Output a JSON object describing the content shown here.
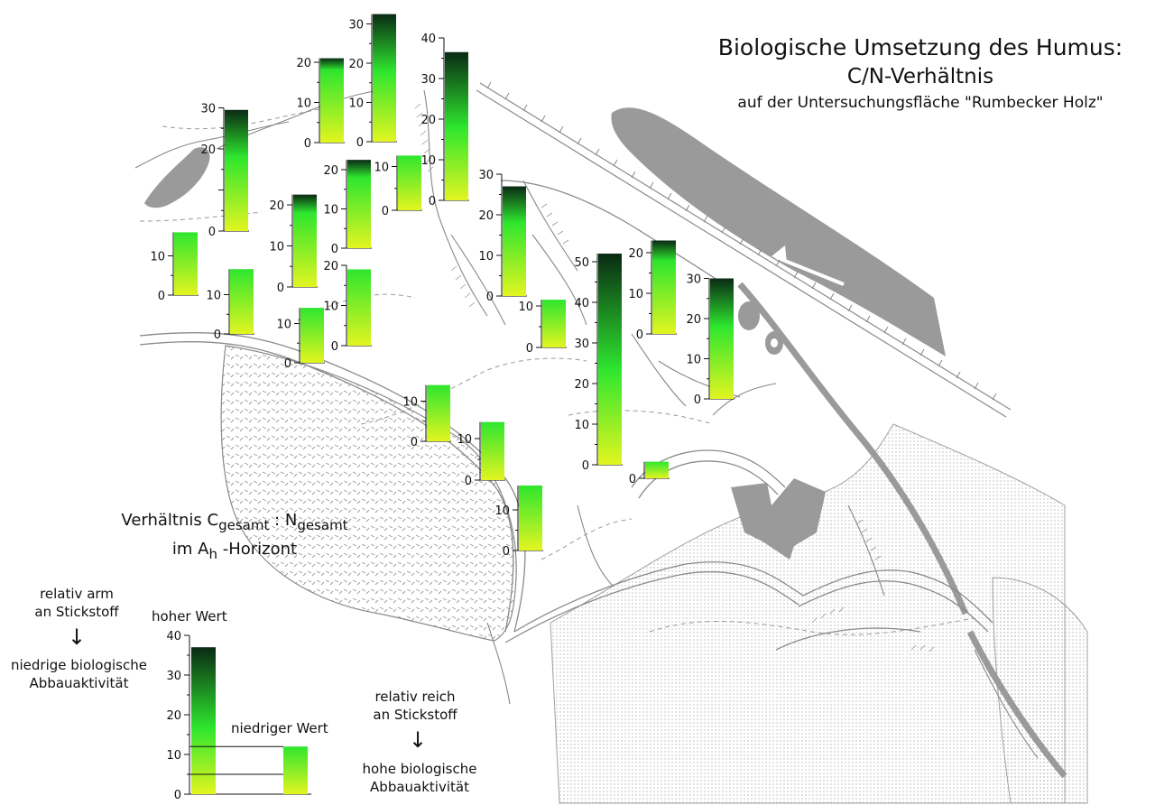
{
  "title": {
    "line1": "Biologische Umsetzung des Humus:",
    "line2": "C/N-Verhältnis",
    "line3": "auf der Untersuchungsfläche \"Rumbecker Holz\""
  },
  "caption": {
    "line1_prefix": "Verhältnis C",
    "line1_sub1": "gesamt",
    "line1_mid": " : N",
    "line1_sub2": "gesamt",
    "line2_prefix": "im A",
    "line2_sub": "h",
    "line2_suffix": " -Horizont"
  },
  "legend": {
    "high_label": "hoher Wert",
    "low_label": "niedriger Wert",
    "high_note_1": "relativ arm",
    "high_note_2": "an Stickstoff",
    "high_effect_1": "niedrige biologische",
    "high_effect_2": "Abbauaktivität",
    "low_note_1": "relativ reich",
    "low_note_2": "an Stickstoff",
    "low_effect_1": "hohe biologische",
    "low_effect_2": "Abbauaktivität",
    "arrow": "↓",
    "axis_ticks": [
      "0",
      "10",
      "20",
      "30",
      "40"
    ],
    "high_value": 37,
    "low_value": 12
  },
  "chart_data": {
    "type": "bar",
    "units_note": "C/N ratio per sampling site, each bar drawn on its own local scale",
    "gradient_colors": [
      "#e3f520",
      "#2ee62e",
      "#0a2a14"
    ],
    "bars": [
      {
        "value": 29.5,
        "ticks": [
          "0",
          "20",
          "30"
        ]
      },
      {
        "value": 16,
        "ticks": [
          "0",
          "10"
        ]
      },
      {
        "value": 16.5,
        "ticks": [
          "0",
          "10"
        ]
      },
      {
        "value": 22.5,
        "ticks": [
          "0",
          "10",
          "20"
        ]
      },
      {
        "value": 22.5,
        "ticks": [
          "0",
          "10",
          "20"
        ]
      },
      {
        "value": 32.5,
        "ticks": [
          "0",
          "10",
          "20",
          "30"
        ]
      },
      {
        "value": 21,
        "ticks": [
          "0",
          "10",
          "20"
        ]
      },
      {
        "value": 14,
        "ticks": [
          "0",
          "10"
        ]
      },
      {
        "value": 19,
        "ticks": [
          "0",
          "10",
          "20"
        ]
      },
      {
        "value": 12.5,
        "ticks": [
          "0",
          "10"
        ]
      },
      {
        "value": 36.5,
        "ticks": [
          "0",
          "10",
          "20",
          "30",
          "40"
        ]
      },
      {
        "value": 27,
        "ticks": [
          "0",
          "10",
          "20",
          "30"
        ]
      },
      {
        "value": 11.5,
        "ticks": [
          "0",
          "10"
        ]
      },
      {
        "value": 52,
        "ticks": [
          "0",
          "10",
          "20",
          "30",
          "40",
          "50"
        ]
      },
      {
        "value": 4,
        "ticks": [
          "0"
        ]
      },
      {
        "value": 23,
        "ticks": [
          "0",
          "10",
          "20"
        ]
      },
      {
        "value": 30,
        "ticks": [
          "0",
          "10",
          "20",
          "30"
        ]
      },
      {
        "value": 14,
        "ticks": [
          "0",
          "10"
        ]
      },
      {
        "value": 14,
        "ticks": [
          "0",
          "10"
        ]
      },
      {
        "value": 16,
        "ticks": [
          "0",
          "10"
        ]
      }
    ]
  }
}
